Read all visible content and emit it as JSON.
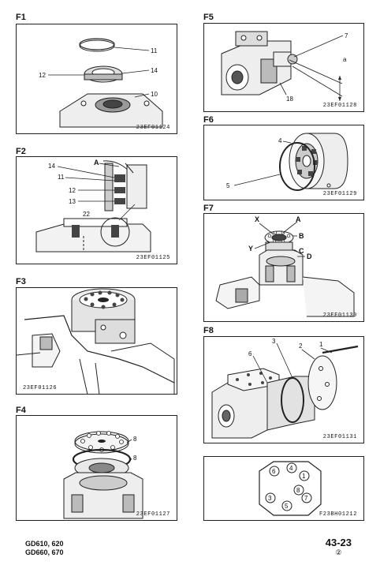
{
  "figures": {
    "f1": {
      "title": "F1",
      "code": "23EF01124",
      "callouts": [
        "11",
        "12",
        "14",
        "10"
      ]
    },
    "f2": {
      "title": "F2",
      "code": "23EF01125",
      "callouts": [
        "14",
        "11",
        "12",
        "13",
        "22",
        "A"
      ]
    },
    "f3": {
      "title": "F3",
      "code": "23EF01126"
    },
    "f4": {
      "title": "F4",
      "code": "23EF01127",
      "callouts": [
        "8",
        "8"
      ]
    },
    "f5": {
      "title": "F5",
      "code": "23EF01128",
      "callouts": [
        "7",
        "a",
        "18"
      ]
    },
    "f6": {
      "title": "F6",
      "code": "23EF01129",
      "callouts": [
        "4",
        "5"
      ]
    },
    "f7": {
      "title": "F7",
      "code": "23EF01130",
      "callouts": [
        "X",
        "A",
        "B",
        "Y",
        "C",
        "D"
      ]
    },
    "f8": {
      "title": "F8",
      "code": "23EF01131",
      "callouts": [
        "3",
        "2",
        "1",
        "6"
      ]
    },
    "f9": {
      "code": "F23BH01212",
      "bolt_order": [
        "6",
        "4",
        "1",
        "8",
        "3",
        "7",
        "5"
      ]
    }
  },
  "footer": {
    "models_line1": "GD610, 620",
    "models_line2": "GD660, 670",
    "page_number": "43-23",
    "revision": "②"
  }
}
